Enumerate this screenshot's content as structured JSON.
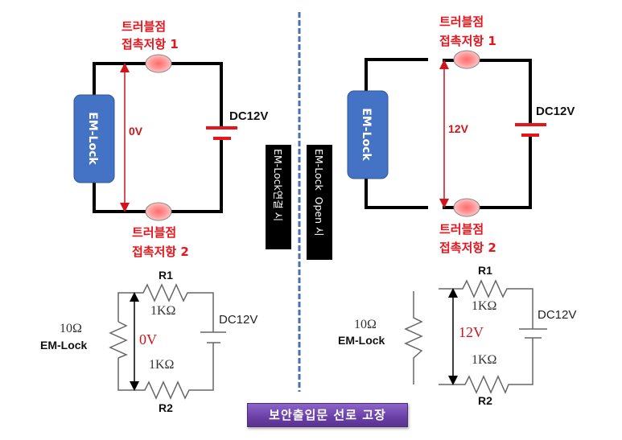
{
  "left_diagram": {
    "state_label": "EM-Lock연결 시",
    "contact_top": {
      "line1": "트러블점",
      "line2": "접촉저항 1"
    },
    "contact_bottom": {
      "line1": "트러블점",
      "line2": "접촉저항 2"
    },
    "lock_label": "EM-Lock",
    "supply_label": "DC12V",
    "voltage_reading": "0V"
  },
  "right_diagram": {
    "state_label": "EM-Lock  Open 시",
    "contact_top": {
      "line1": "트러블점",
      "line2": "접촉저항 1"
    },
    "contact_bottom": {
      "line1": "트러블점",
      "line2": "접촉저항 2"
    },
    "lock_label": "EM-Lock",
    "supply_label": "DC12V",
    "voltage_reading": "12V"
  },
  "left_schematic": {
    "r1_label": "R1",
    "r2_label": "R2",
    "r1_value": "1KΩ",
    "r2_value": "1KΩ",
    "lock_resistance": "10Ω",
    "lock_label": "EM-Lock",
    "supply_label": "DC12V",
    "voltage_reading": "0V"
  },
  "right_schematic": {
    "r1_label": "R1",
    "r2_label": "R2",
    "r1_value": "1KΩ",
    "r2_value": "1KΩ",
    "lock_resistance": "10Ω",
    "lock_label": "EM-Lock",
    "supply_label": "DC12V",
    "voltage_reading": "12V"
  },
  "title_banner": "보안출입문 선로 고장",
  "colors": {
    "wire": "#000000",
    "accent_red": "#e8141c",
    "lock_blue": "#4472c4",
    "divider_blue": "#4a6fb5",
    "banner_purple": "#6a3fa6"
  }
}
